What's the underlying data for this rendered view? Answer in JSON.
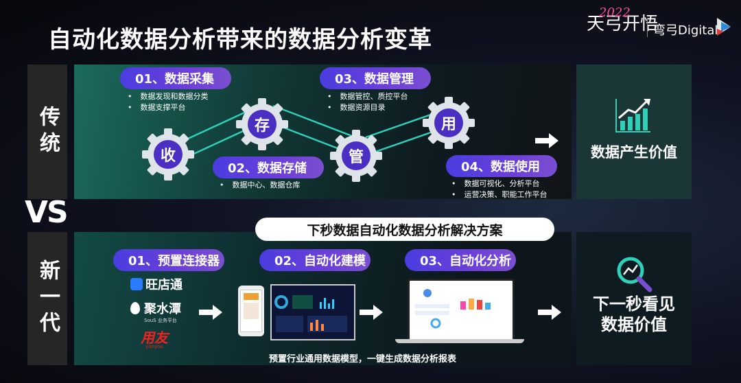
{
  "title": "自动化数据分析带来的数据分析变革",
  "logos": {
    "event_main": "天弓开悟",
    "event_year": "2022",
    "company": "弯弓Digital"
  },
  "traditional": {
    "label": "传统",
    "steps": [
      {
        "heading": "01、数据采集",
        "bullets": [
          "数据发现和数据分类",
          "数据支撑平台"
        ]
      },
      {
        "heading": "02、数据存储",
        "bullets": [
          "数据中心、数据仓库"
        ]
      },
      {
        "heading": "03、数据管理",
        "bullets": [
          "数据管控、质控平台",
          "数据资源目录"
        ]
      },
      {
        "heading": "04、数据使用",
        "bullets": [
          "数据可视化、分析平台",
          "运营决策、职能工作平台"
        ]
      }
    ],
    "gears": [
      "收",
      "存",
      "管",
      "用"
    ],
    "result": "数据产生价值"
  },
  "vs": "VS",
  "new_gen": {
    "label": "新一代",
    "banner": "下秒数据自动化数据分析解决方案",
    "steps": [
      "01、预置连接器",
      "02、自动化建模",
      "03、自动化分析"
    ],
    "connectors": {
      "wangdiantong": "旺店通",
      "jushuitan": "聚水潭",
      "jushuitan_sub": "SouS 业务平台",
      "yonyou": "用友",
      "yonyou_sub": "yonyou"
    },
    "result_line1": "下一秒看见",
    "result_line2": "数据价值",
    "caption": "预置行业通用数据模型，一键生成数据分析报表"
  }
}
